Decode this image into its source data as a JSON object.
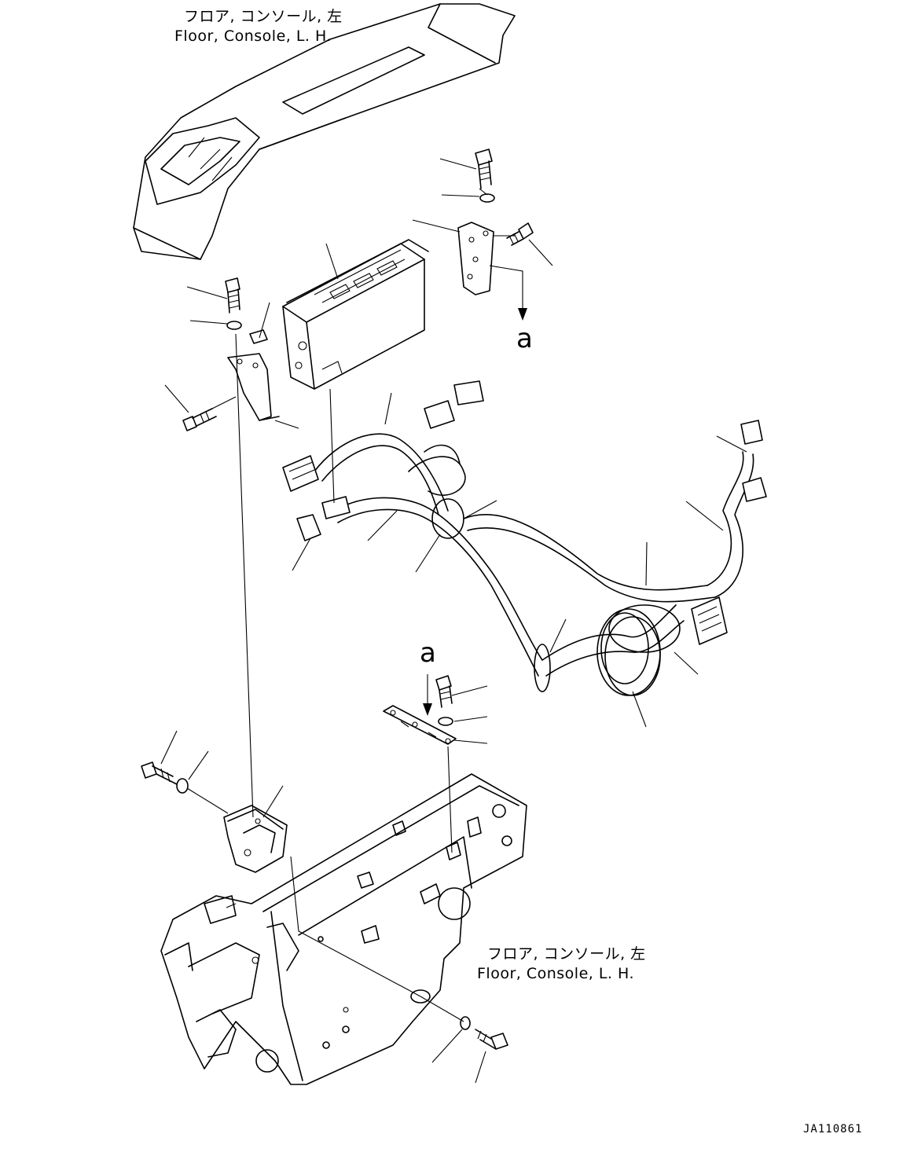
{
  "labels": {
    "top_jp": "フロア, コンソール, 左",
    "top_en": "Floor, Console, L. H.",
    "bottom_jp": "フロア, コンソール, 左",
    "bottom_en": "Floor, Console, L. H."
  },
  "view_marks": {
    "upper": "a",
    "lower": "a"
  },
  "drawing_code": "JA110861"
}
